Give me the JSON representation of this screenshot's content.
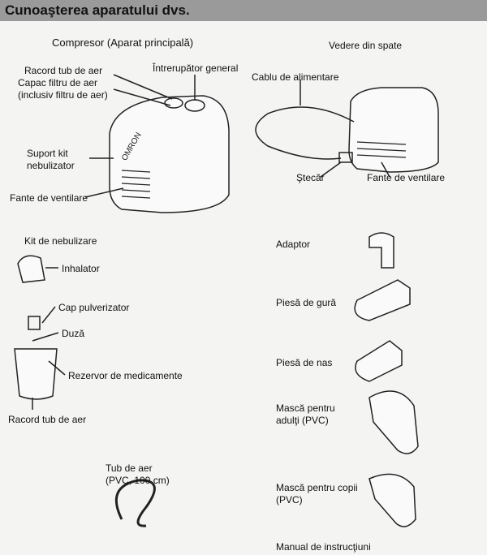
{
  "header": {
    "title": "Cunoaşterea aparatului dvs."
  },
  "compressor": {
    "title": "Compresor (Aparat principală)",
    "air_tube_port": "Racord tub de aer",
    "power_switch": "Întrerupător general",
    "filter_cover_1": "Capac filtru de aer",
    "filter_cover_2": "(inclusiv filtru de aer)",
    "kit_holder_1": "Suport kit",
    "kit_holder_2": "nebulizator",
    "vents": "Fante de ventilare",
    "brand": "OMRON"
  },
  "rear_view": {
    "title": "Vedere din spate",
    "power_cord": "Cablu de alimentare",
    "plug": "Ştecăr",
    "vents": "Fante de ventilare"
  },
  "nebulizer_kit": {
    "title": "Kit de nebulizare",
    "inhaler": "Inhalator",
    "spray_head": "Cap pulverizator",
    "nozzle": "Duză",
    "medication_tank": "Rezervor de medicamente",
    "air_tube_port": "Racord tub de aer"
  },
  "accessories": {
    "adaptor": "Adaptor",
    "mouthpiece": "Piesă de gură",
    "nosepiece": "Piesă de nas",
    "adult_mask_1": "Mască pentru",
    "adult_mask_2": "adulţi (PVC)",
    "child_mask_1": "Mască pentru copii",
    "child_mask_2": "(PVC)",
    "manual": "Manual de instrucţiuni"
  },
  "air_tube": {
    "label_1": "Tub de aer",
    "label_2": "(PVC, 100 cm)"
  }
}
